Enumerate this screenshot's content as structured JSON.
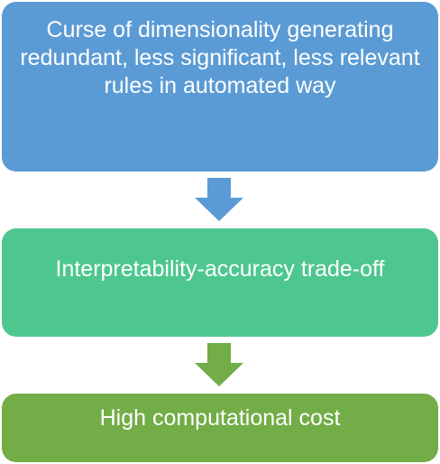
{
  "steps": [
    {
      "text": "Curse of dimensionality generating redundant, less significant, less relevant rules in automated way",
      "color": "#5b9bd5"
    },
    {
      "text": "Interpretability-accuracy trade-off",
      "color": "#4ec78f"
    },
    {
      "text": "High computational cost",
      "color": "#72ad47"
    }
  ],
  "arrows": [
    {
      "color": "#5b9bd5"
    },
    {
      "color": "#72ad47"
    }
  ]
}
